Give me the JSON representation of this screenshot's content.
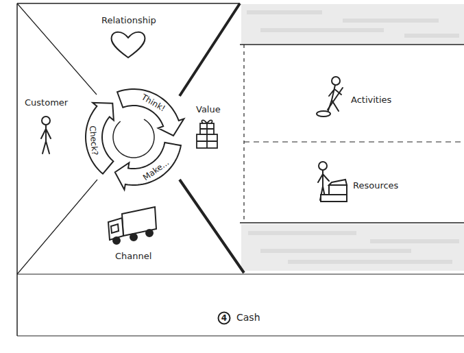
{
  "diagram": {
    "nodes": [
      {
        "text": [
          "Relationship"
        ]
      },
      {
        "text": [
          "Customer"
        ]
      },
      {
        "text": [
          "Value"
        ]
      },
      {
        "text": [
          "Channel"
        ]
      },
      {
        "text": [
          "Activities"
        ]
      },
      {
        "text": [
          "Resources"
        ]
      },
      {
        "text": [
          "Cash"
        ]
      },
      {
        "text": [
          "4"
        ],
        "in": 6
      }
    ],
    "labels": [
      "Think!",
      "Make...",
      "Check?"
    ]
  }
}
